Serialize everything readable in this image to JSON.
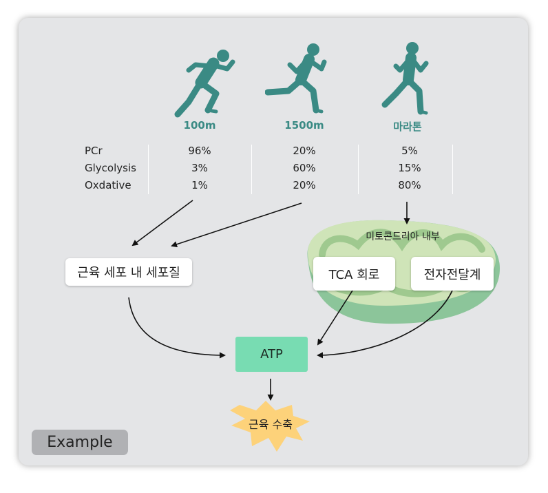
{
  "distances": [
    {
      "label": "100m",
      "icon": "sprinter-icon"
    },
    {
      "label": "1500m",
      "icon": "runner-icon"
    },
    {
      "label": "마라톤",
      "icon": "marathon-runner-icon"
    }
  ],
  "energy_table": {
    "rows": [
      "PCr",
      "Glycolysis",
      "Oxdative"
    ],
    "columns": [
      {
        "distance": "100m",
        "values": [
          "96%",
          "3%",
          "1%"
        ]
      },
      {
        "distance": "1500m",
        "values": [
          "20%",
          "60%",
          "20%"
        ]
      },
      {
        "distance": "마라톤",
        "values": [
          "5%",
          "15%",
          "80%"
        ]
      }
    ]
  },
  "nodes": {
    "cytoplasm": "근육 세포 내 세포질",
    "mitochondria_label": "미토콘드리아 내부",
    "tca": "TCA 회로",
    "electron_transport": "전자전달계",
    "atp": "ATP",
    "contraction": "근육 수축"
  },
  "badge": "Example",
  "colors": {
    "accent": "#3a8a84",
    "atp_fill": "#78dcb2",
    "burst_fill": "#fdd27a",
    "mito_outer": "#8cc59a",
    "mito_inner": "#cfe4b8",
    "card_bg": "#e4e5e7"
  }
}
